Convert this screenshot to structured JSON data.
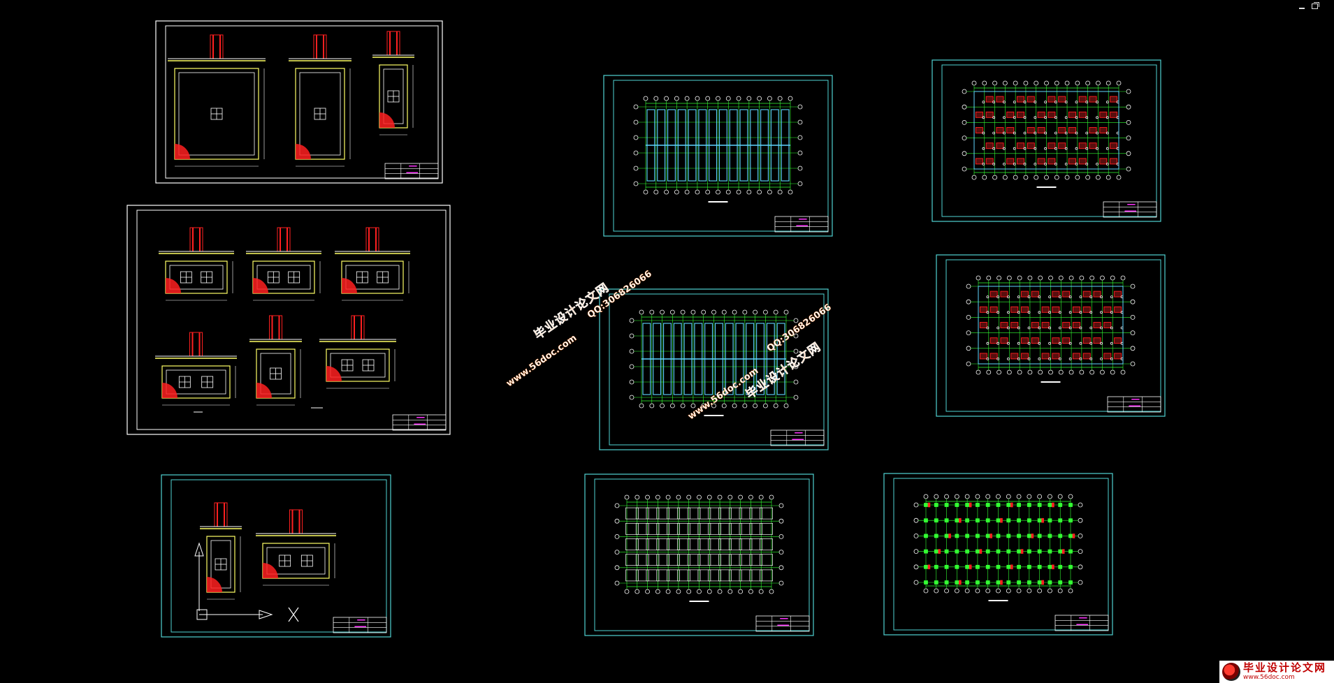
{
  "app": {
    "minimize_glyph": "minimize-icon",
    "restore_glyph": "restore-icon"
  },
  "colors": {
    "background": "#000000",
    "frame_white": "#ffffff",
    "frame_cyan": "#4fd3d3",
    "grid_green": "#33ff33",
    "rebar_red": "#ff2020",
    "beam_cyan": "#5fd6ff",
    "title_block_magenta": "#ff33ff",
    "wall_yellow": "#ffff66"
  },
  "drawings": [
    {
      "id": "foundation-detail-sheet-1",
      "kind": "foundation"
    },
    {
      "id": "foundation-detail-sheet-2",
      "kind": "foundation"
    },
    {
      "id": "foundation-detail-sheet-3",
      "kind": "foundation"
    },
    {
      "id": "beam-layout-plan-1",
      "kind": "plan"
    },
    {
      "id": "floor-reinforcement-plan-1",
      "kind": "plan"
    },
    {
      "id": "beam-layout-plan-2",
      "kind": "plan"
    },
    {
      "id": "floor-reinforcement-plan-2",
      "kind": "plan"
    },
    {
      "id": "foundation-layout-plan",
      "kind": "plan"
    },
    {
      "id": "column-layout-plan",
      "kind": "plan"
    }
  ],
  "watermarks": [
    {
      "title": "毕业设计论文网",
      "url": "www.56doc.com",
      "qq": "QQ:306826066"
    },
    {
      "title": "毕业设计论文网",
      "url": "www.56doc.com",
      "qq": "QQ:306826066"
    }
  ],
  "logo": {
    "name": "毕业设计论文网",
    "url": "www.56doc.com"
  }
}
